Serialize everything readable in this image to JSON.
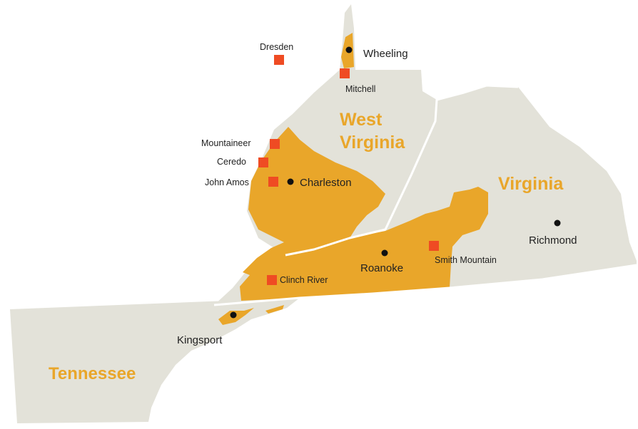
{
  "colors": {
    "land": "#e3e2d9",
    "service_area": "#e9a62a",
    "border": "#ffffff",
    "plant_marker": "#ef4b23",
    "city_marker": "#111111",
    "label_text": "#222222",
    "state_label": "#e9a62a"
  },
  "states": {
    "west_virginia_line1": "West",
    "west_virginia_line2": "Virginia",
    "virginia": "Virginia",
    "tennessee": "Tennessee"
  },
  "cities": {
    "wheeling": "Wheeling",
    "charleston": "Charleston",
    "roanoke": "Roanoke",
    "richmond": "Richmond",
    "kingsport": "Kingsport"
  },
  "plants": {
    "dresden": "Dresden",
    "mitchell": "Mitchell",
    "mountaineer": "Mountaineer",
    "ceredo": "Ceredo",
    "john_amos": "John Amos",
    "smith_mountain": "Smith Mountain",
    "clinch_river": "Clinch River"
  }
}
